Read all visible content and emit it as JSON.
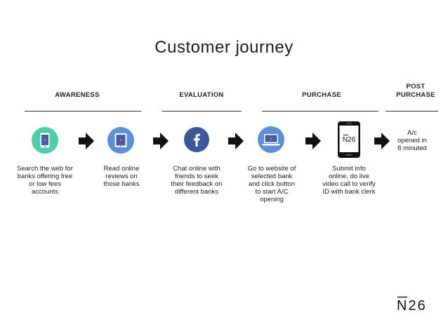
{
  "title": "Customer journey",
  "phases": [
    {
      "label": "AWARENESS"
    },
    {
      "label": "EVALUATION"
    },
    {
      "label": "PURCHASE"
    },
    {
      "label": "POST\nPURCHASE"
    }
  ],
  "steps": [
    {
      "icon": "smartphone-icon",
      "color": "#4ecda8",
      "text": "Search the web for banks offering free or low fees accounts"
    },
    {
      "icon": "tablet-icon",
      "color": "#5b8fd6",
      "text": "Read online reviews on those banks"
    },
    {
      "icon": "facebook-icon",
      "color": "#3b5998",
      "text": "Chat online with friends to seek their feedback on different banks"
    },
    {
      "icon": "laptop-icon",
      "color": "#5b8fd6",
      "text": "Go to website of selected bank and click button to start A/C opening"
    },
    {
      "icon": "n26-phone-icon",
      "color": "#000000",
      "text": "Submit info online, do live video call to verify ID with bank clerk",
      "screen_text": "N26"
    },
    {
      "text": "A/c opened in 8 minuted"
    }
  ],
  "brand": {
    "logo_text": "N26"
  }
}
